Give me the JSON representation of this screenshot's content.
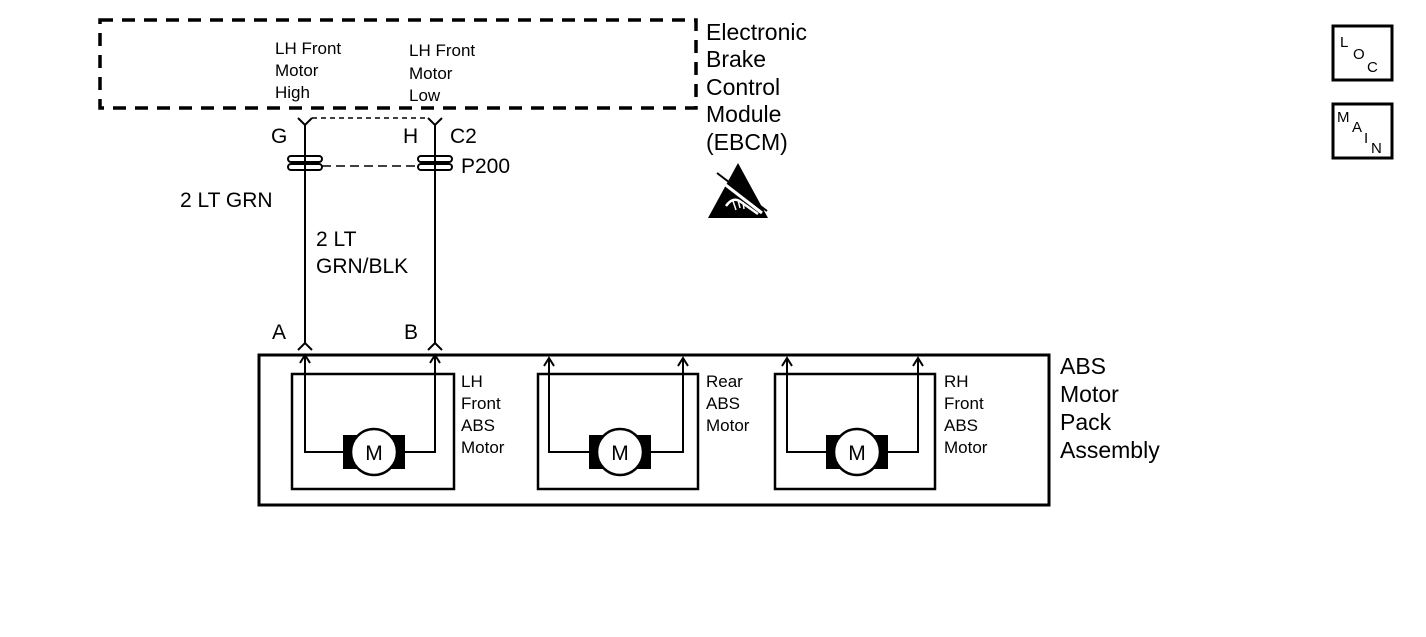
{
  "ebcm": {
    "name_lines": [
      "Electronic",
      "Brake",
      "Control",
      "Module",
      "(EBCM)"
    ],
    "pin_label_g": [
      "LH Front",
      "Motor",
      "High"
    ],
    "pin_label_h": [
      "LH Front",
      "Motor",
      "Low"
    ],
    "pin_g": "G",
    "pin_h": "H",
    "connector": "C2",
    "esd_icon": "esd-warning-icon"
  },
  "splice": {
    "label": "P200"
  },
  "wires": {
    "wire_a": "2 LT GRN",
    "wire_b_lines": [
      "2 LT",
      "GRN/BLK"
    ]
  },
  "motor_pack": {
    "pin_a": "A",
    "pin_b": "B",
    "name_lines": [
      "ABS",
      "Motor",
      "Pack",
      "Assembly"
    ],
    "motors": [
      {
        "label_lines": [
          "LH",
          "Front",
          "ABS",
          "Motor"
        ],
        "symbol": "M"
      },
      {
        "label_lines": [
          "Rear",
          "ABS",
          "Motor"
        ],
        "symbol": "M"
      },
      {
        "label_lines": [
          "RH",
          "Front",
          "ABS",
          "Motor"
        ],
        "symbol": "M"
      }
    ]
  },
  "nav": {
    "loc": [
      "L",
      "O",
      "C"
    ],
    "main": [
      "M",
      "A",
      "I",
      "N"
    ]
  }
}
